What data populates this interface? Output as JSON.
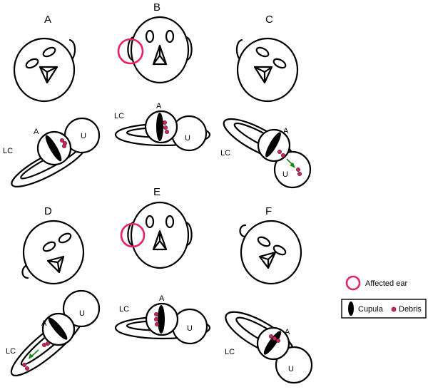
{
  "colors": {
    "affected": "#e8206a",
    "debris_fill": "#c8285a",
    "debris_stroke": "#7a1a3a",
    "arrow": "#1a8a1a",
    "ink": "#000000"
  },
  "labels": {
    "lc": "LC",
    "a": "A",
    "u": "U"
  },
  "panels": [
    {
      "letter": "A"
    },
    {
      "letter": "B"
    },
    {
      "letter": "C"
    },
    {
      "letter": "D"
    },
    {
      "letter": "E"
    },
    {
      "letter": "F"
    }
  ],
  "legend": {
    "affected_ear": "Affected ear",
    "cupula": "Cupula",
    "debris": "Debris"
  }
}
